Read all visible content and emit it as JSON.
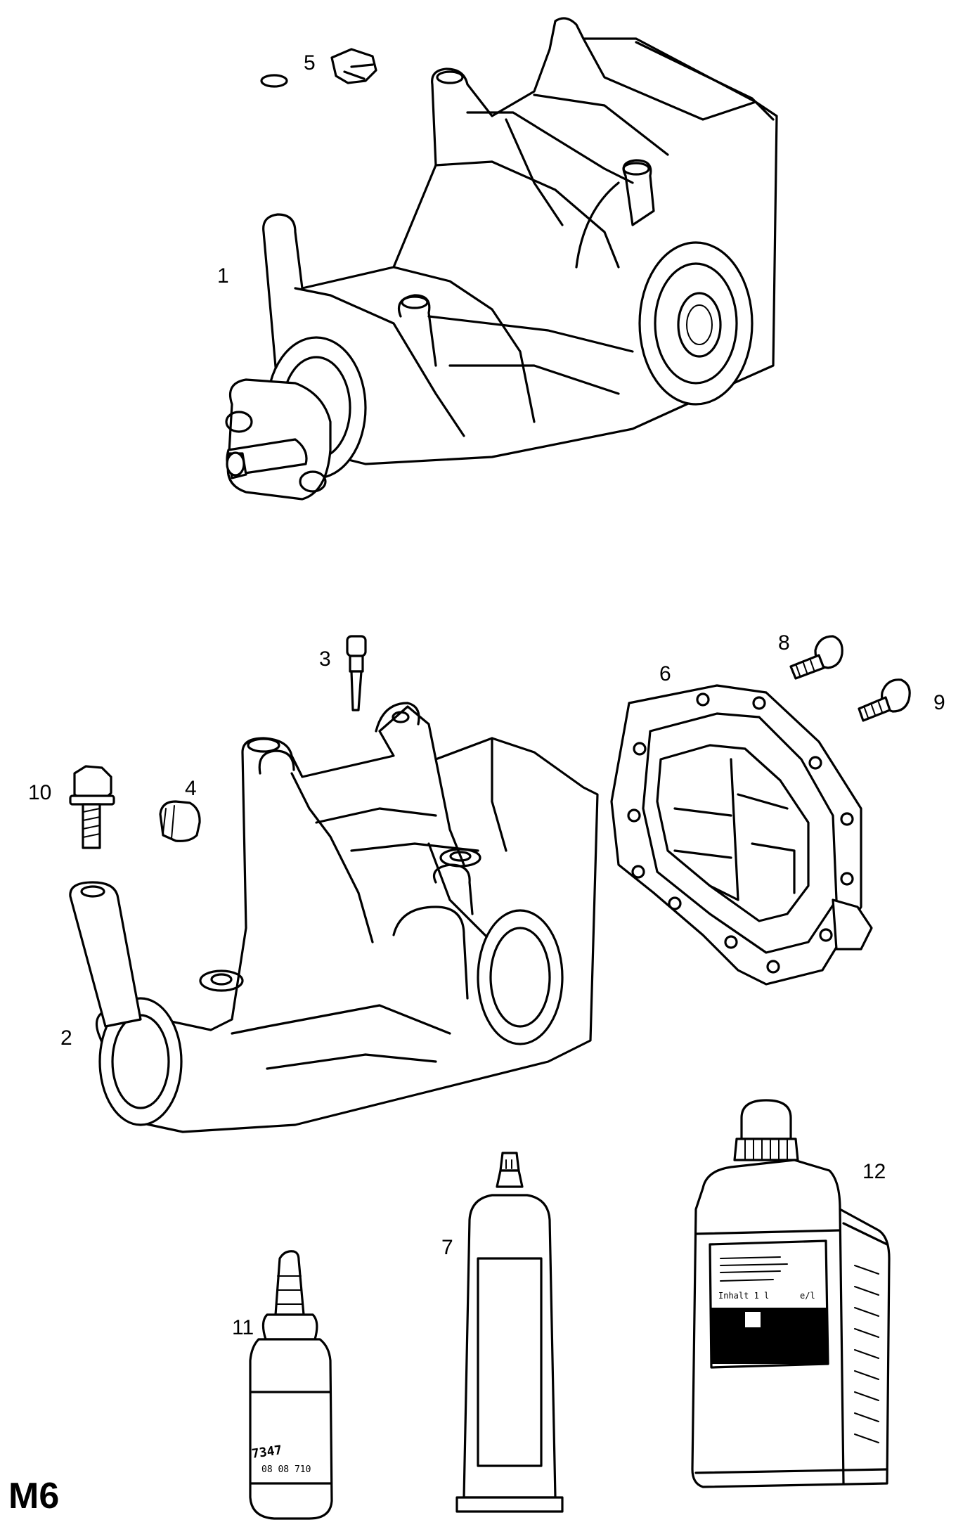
{
  "sheet": {
    "code": "M6"
  },
  "callouts": {
    "c1": "1",
    "c2": "2",
    "c3": "3",
    "c4": "4",
    "c5": "5",
    "c6": "6",
    "c7": "7",
    "c8": "8",
    "c9": "9",
    "c10": "10",
    "c11": "11",
    "c12": "12"
  },
  "bottle_label": {
    "line1": "7347",
    "line2": "08 08 710"
  },
  "oil_can_label": {
    "line1": "Inhalt 1 l",
    "line2": "e/l"
  }
}
